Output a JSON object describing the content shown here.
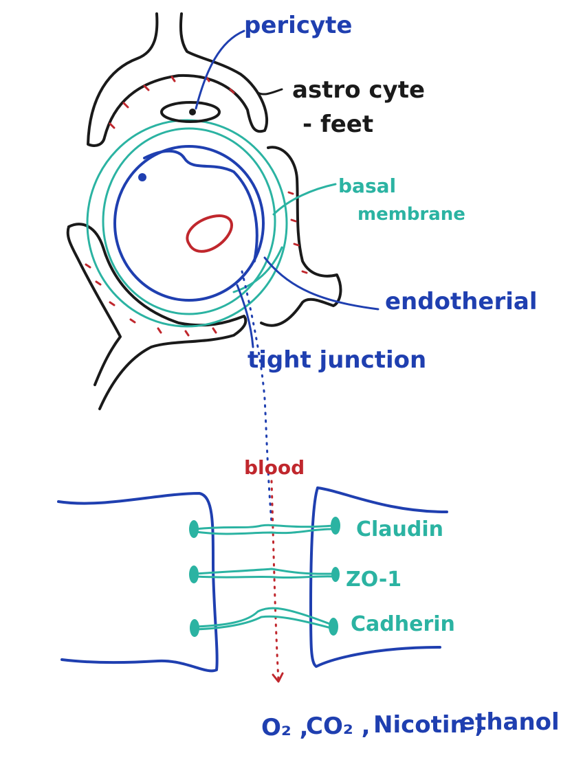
{
  "colors": {
    "ink": "#1a1a1a",
    "teal": "#2bb3a2",
    "blue": "#1f3fb0",
    "red": "#c0272d"
  },
  "labels": {
    "pericyte": "pericyte",
    "astrocyte": "astro cyte",
    "feet": "- feet",
    "basal": "basal",
    "membrane": "membrane",
    "endothelial": "endotherial",
    "tight_junction": "tight junction",
    "blood": "blood",
    "claudin": "Claudin",
    "zo1": "ZO-1",
    "cadherin": "Cadherin"
  },
  "molecules": {
    "o2": "O₂ ,",
    "co2": "CO₂ ,",
    "nicotin": "Nicotin ,",
    "ethanol": "ethanol"
  }
}
